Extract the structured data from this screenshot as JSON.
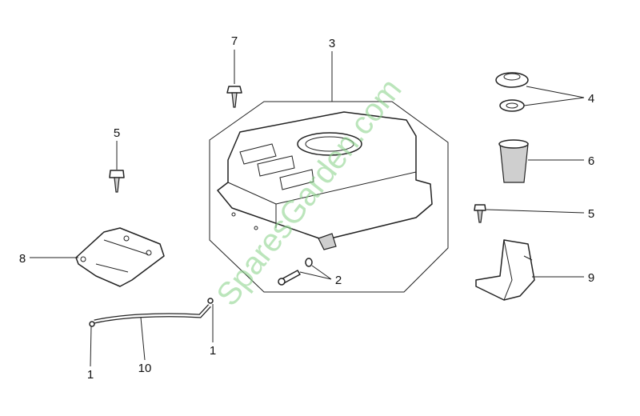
{
  "diagram": {
    "callouts": [
      {
        "id": "7",
        "label": "7",
        "part": "screw"
      },
      {
        "id": "3",
        "label": "3",
        "part": "fuel-tank"
      },
      {
        "id": "4",
        "label": "4",
        "part": "fuel-cap-and-seal"
      },
      {
        "id": "6",
        "label": "6",
        "part": "fuel-filter"
      },
      {
        "id": "5a",
        "label": "5",
        "part": "bolt"
      },
      {
        "id": "9",
        "label": "9",
        "part": "tank-bracket"
      },
      {
        "id": "5b",
        "label": "5",
        "part": "bolt"
      },
      {
        "id": "8",
        "label": "8",
        "part": "mounting-plate"
      },
      {
        "id": "2",
        "label": "2",
        "part": "drain-bolt-and-washer"
      },
      {
        "id": "1a",
        "label": "1",
        "part": "hose-clip"
      },
      {
        "id": "1b",
        "label": "1",
        "part": "hose-clip"
      },
      {
        "id": "10",
        "label": "10",
        "part": "fuel-hose"
      }
    ],
    "watermark": "SparesGarden.com",
    "colors": {
      "ink": "#222222",
      "watermark": "#8fd48f"
    }
  }
}
